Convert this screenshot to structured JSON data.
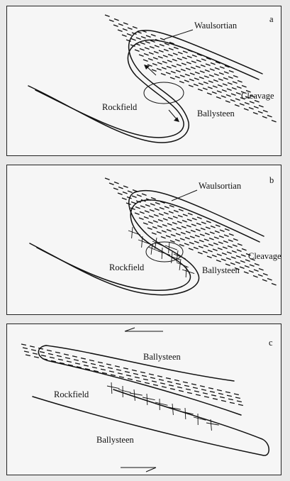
{
  "panels": [
    {
      "letter": "a",
      "labels": {
        "waulsortian": "Waulsortian",
        "rockfield": "Rockfield",
        "ballysteen": "Ballysteen",
        "cleavage": "Cleavage"
      }
    },
    {
      "letter": "b",
      "labels": {
        "waulsortian": "Waulsortian",
        "rockfield": "Rockfield",
        "ballysteen": "Ballysteen",
        "cleavage": "Cleavage"
      }
    },
    {
      "letter": "c",
      "labels": {
        "ballysteen_top": "Ballysteen",
        "rockfield": "Rockfield",
        "ballysteen_bottom": "Ballysteen"
      }
    }
  ]
}
